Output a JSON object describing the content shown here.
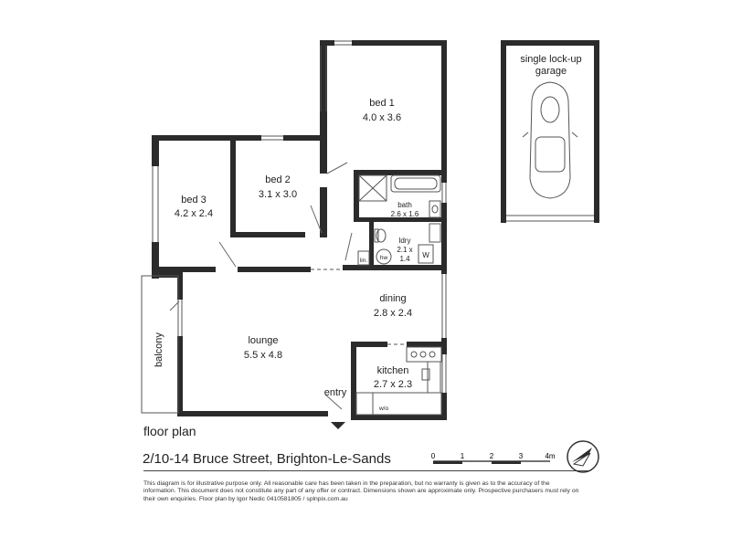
{
  "plan_title": "floor plan",
  "address": "2/10-14 Bruce Street, Brighton-Le-Sands",
  "disclaimer": "This diagram is for illustrative purpose only. All reasonable care has been taken in the preparation, but no warranty is given as to the accuracy of the information. This document does not constitute any part of any offer or contract. Dimensions shown are approximate only. Prospective purchasers must rely on their own enquiries. Floor plan by Igor Nedic 0410581805 / splnpix.com.au",
  "rooms": {
    "bed1": {
      "name": "bed 1",
      "size": "4.0 x 3.6"
    },
    "bed2": {
      "name": "bed 2",
      "size": "3.1 x 3.0"
    },
    "bed3": {
      "name": "bed 3",
      "size": "4.2 x 2.4"
    },
    "bath": {
      "name": "bath",
      "size": "2.6 x 1.6"
    },
    "ldry": {
      "name": "ldry",
      "size_line1": "2.1 x",
      "size_line2": "1.4"
    },
    "dining": {
      "name": "dining",
      "size": "2.8 x 2.4"
    },
    "lounge": {
      "name": "lounge",
      "size": "5.5 x 4.8"
    },
    "kitchen": {
      "name": "kitchen",
      "size": "2.7 x 2.3"
    },
    "balcony": {
      "name": "balcony"
    },
    "garage": {
      "name_line1": "single lock-up",
      "name_line2": "garage"
    }
  },
  "fixtures": {
    "linen": "lin.",
    "hot_water": "hw",
    "washer": "w/o",
    "washing_machine": "W",
    "entry": "entry"
  },
  "scale": {
    "ticks": [
      "0",
      "1",
      "2",
      "3",
      "4m"
    ]
  },
  "colors": {
    "wall": "#2b2b2b",
    "line": "#555555",
    "door": "#666666",
    "background": "#ffffff"
  }
}
